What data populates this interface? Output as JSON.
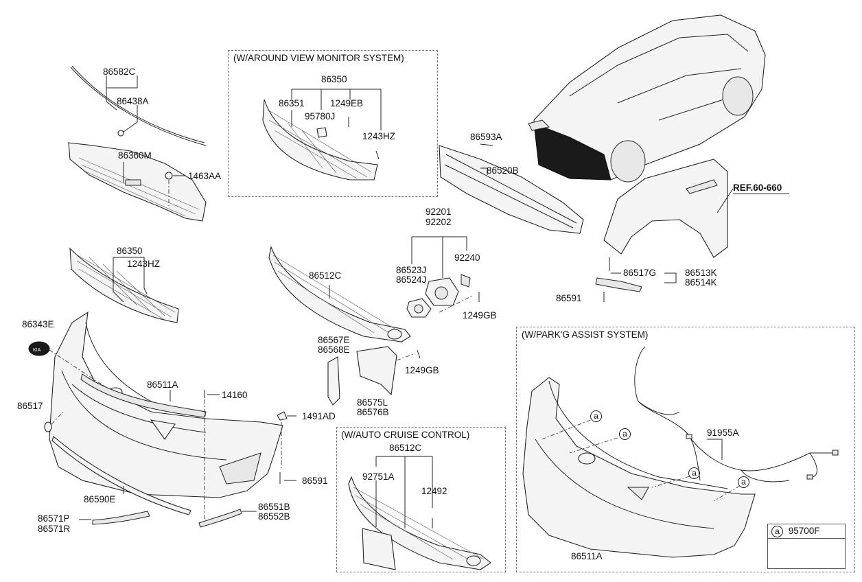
{
  "boxes": {
    "avm_title": "(W/AROUND VIEW MONITOR SYSTEM)",
    "scc_title": "(W/AUTO CRUISE CONTROL)",
    "pas_title": "(W/PARK'G ASSIST SYSTEM)"
  },
  "reference": "REF.60-660",
  "legend": {
    "marker": "a",
    "part": "95700F"
  },
  "parts": {
    "p86582C": "86582C",
    "p86438A": "86438A",
    "p86360M": "86360M",
    "p1463AA": "1463AA",
    "p86350_main": "86350",
    "p1243HZ_main": "1243HZ",
    "p86343E": "86343E",
    "p86511A_main": "86511A",
    "p14160": "14160",
    "p86517": "86517",
    "p1491AD": "1491AD",
    "p86591_main": "86591",
    "p86590E": "86590E",
    "p86571P": "86571P",
    "p86571R": "86571R",
    "p86551B": "86551B",
    "p86552B": "86552B",
    "avm_86350": "86350",
    "avm_86351": "86351",
    "avm_1249EB": "1249EB",
    "avm_95780J": "95780J",
    "avm_1243HZ": "1243HZ",
    "p86593A": "86593A",
    "p86520B": "86520B",
    "p92201": "92201",
    "p92202": "92202",
    "p86523J": "86523J",
    "p86524J": "86524J",
    "p92240": "92240",
    "p86512C_main": "86512C",
    "p1249GB_a": "1249GB",
    "p86567E": "86567E",
    "p86568E": "86568E",
    "p1249GB_b": "1249GB",
    "p86575L": "86575L",
    "p86576B": "86576B",
    "p86517G": "86517G",
    "p86513K": "86513K",
    "p86514K": "86514K",
    "p86591_right": "86591",
    "scc_86512C": "86512C",
    "scc_92751A": "92751A",
    "scc_12492": "12492",
    "pas_91955A": "91955A",
    "pas_86511A": "86511A"
  }
}
